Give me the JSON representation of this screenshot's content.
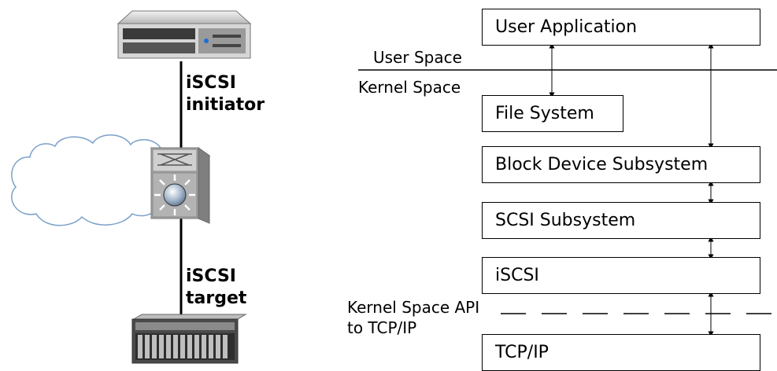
{
  "topology": {
    "initiator_label_line1": "iSCSI",
    "initiator_label_line2": "initiator",
    "target_label_line1": "iSCSI",
    "target_label_line2": "target"
  },
  "stack": {
    "user_application": "User Application",
    "file_system": "File System",
    "block_device": "Block Device Subsystem",
    "scsi_subsystem": "SCSI Subsystem",
    "iscsi": "iSCSI",
    "tcpip": "TCP/IP"
  },
  "boundaries": {
    "user_space": "User Space",
    "kernel_space": "Kernel Space",
    "api_line1": "Kernel Space API",
    "api_line2": "to TCP/IP"
  }
}
